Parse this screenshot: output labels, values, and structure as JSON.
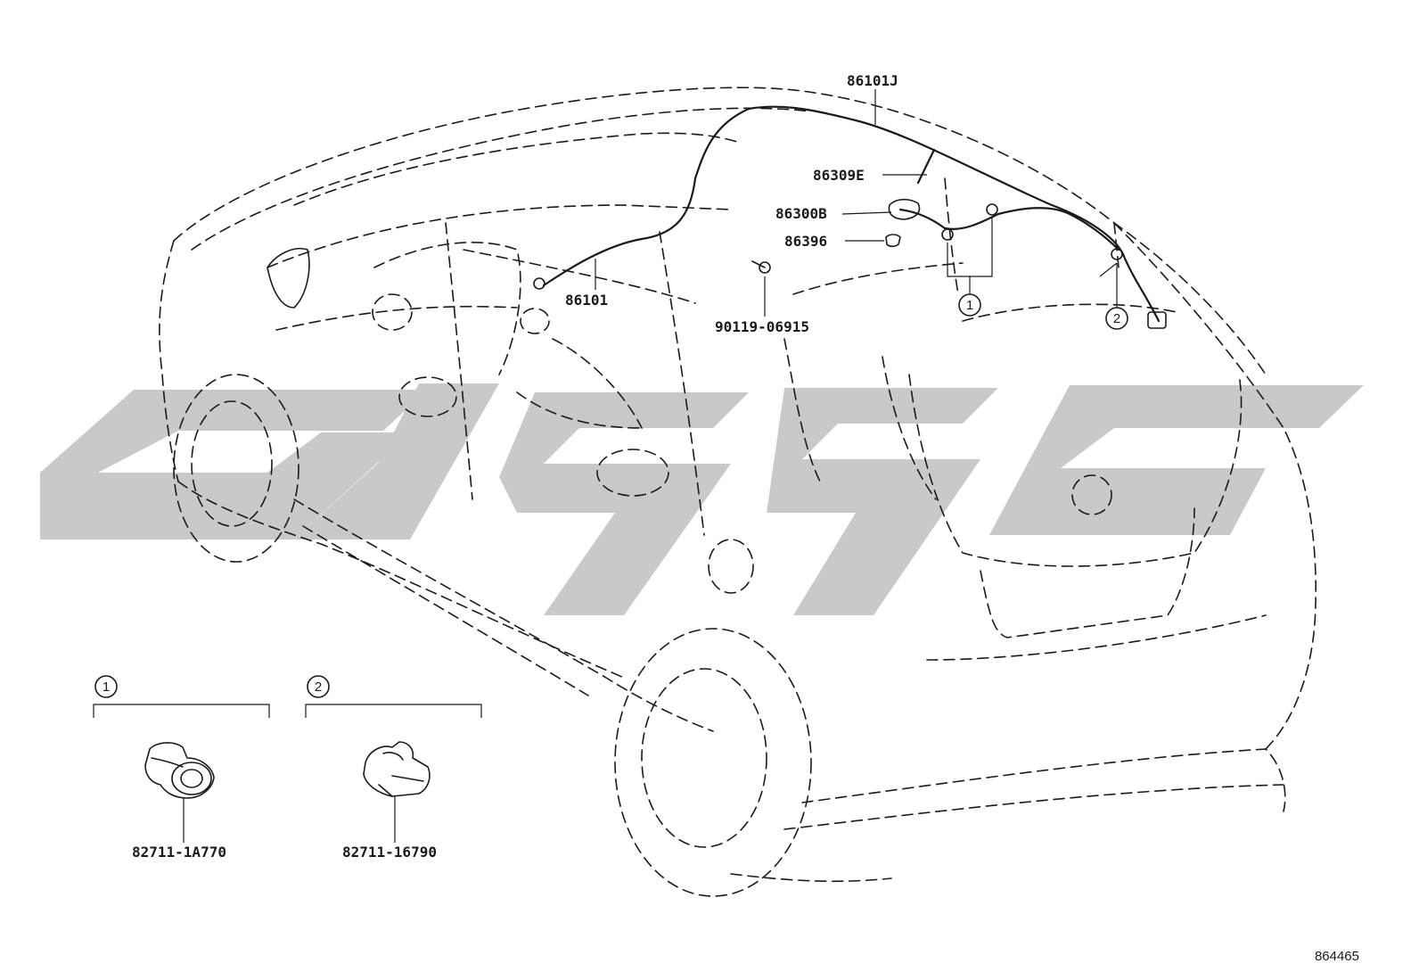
{
  "diagram_id": "864465",
  "parts": {
    "antenna_cord_j": "86101J",
    "antenna_pole": "86309E",
    "antenna_base": "86300B",
    "antenna_pad": "86396",
    "antenna_cord": "86101",
    "screw": "90119-06915",
    "clamp_1": "82711-1A770",
    "clamp_2": "82711-16790"
  },
  "callouts": {
    "one": "1",
    "two": "2"
  }
}
